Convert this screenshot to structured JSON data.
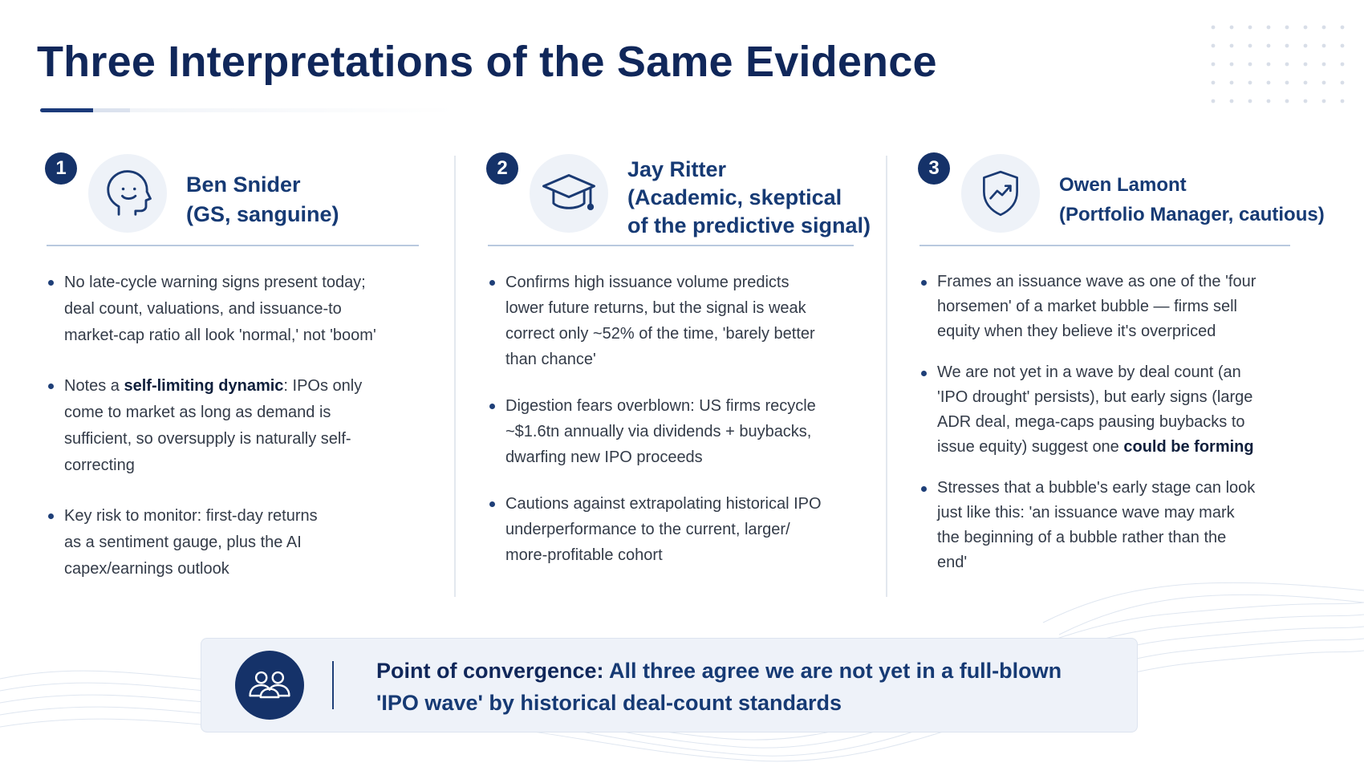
{
  "slide": {
    "title": "Three Interpretations of the Same Evidence"
  },
  "columns": [
    {
      "number": "1",
      "icon": "head-smile-icon",
      "name_lines": [
        "Ben Snider",
        "(GS, sanguine)"
      ],
      "bullets": [
        {
          "pre": "No late-cycle warning signs present today; deal count, valuations, and issuance-to market-cap ratio all look 'normal,' not 'boom'",
          "bold": "",
          "post": ""
        },
        {
          "pre": "Notes a ",
          "bold": "self-limiting dynamic",
          "post": ": IPOs only come to market as long as demand is sufficient, so oversupply is naturally self-correcting"
        },
        {
          "pre": "Key risk to monitor: first-day returns as a sentiment gauge, plus the AI capex/earnings outlook",
          "bold": "",
          "post": ""
        }
      ]
    },
    {
      "number": "2",
      "icon": "graduation-cap-icon",
      "name_lines": [
        "Jay Ritter",
        "(Academic, skeptical",
        "of the predictive signal)"
      ],
      "bullets": [
        {
          "pre": "Confirms high issuance volume predicts lower future returns, but the signal is weak correct only ~52% of the time, 'barely better than chance'",
          "bold": "",
          "post": ""
        },
        {
          "pre": "Digestion fears overblown: US firms recycle ~$1.6tn annually via dividends + buybacks, dwarfing new IPO proceeds",
          "bold": "",
          "post": ""
        },
        {
          "pre": "Cautions against extrapolating historical IPO underperformance to the current, larger/ more-profitable cohort",
          "bold": "",
          "post": ""
        }
      ]
    },
    {
      "number": "3",
      "icon": "shield-chart-icon",
      "name_lines": [
        "Owen Lamont",
        "(Portfolio Manager, cautious)"
      ],
      "bullets": [
        {
          "pre": "Frames an issuance wave as one of the 'four horsemen' of a market bubble — firms sell equity when they believe it's overpriced",
          "bold": "",
          "post": ""
        },
        {
          "pre": "We are not yet in a wave by deal count (an 'IPO drought' persists), but early signs (large ADR deal, mega-caps pausing buybacks to issue equity) suggest one ",
          "bold": "could be forming",
          "post": ""
        },
        {
          "pre": "Stresses that a bubble's early stage can look just like this: 'an issuance wave may mark the beginning of a bubble rather than the end'",
          "bold": "",
          "post": ""
        }
      ]
    }
  ],
  "convergence": {
    "icon": "people-group-icon",
    "label": "Point of convergence:",
    "line1_rest": " All three agree we are not yet in a full-blown",
    "line2": "'IPO wave' by historical deal-count standards"
  },
  "colors": {
    "navy": "#153269",
    "heading_blue": "#163a74",
    "panel_bg": "#eef2f9"
  }
}
